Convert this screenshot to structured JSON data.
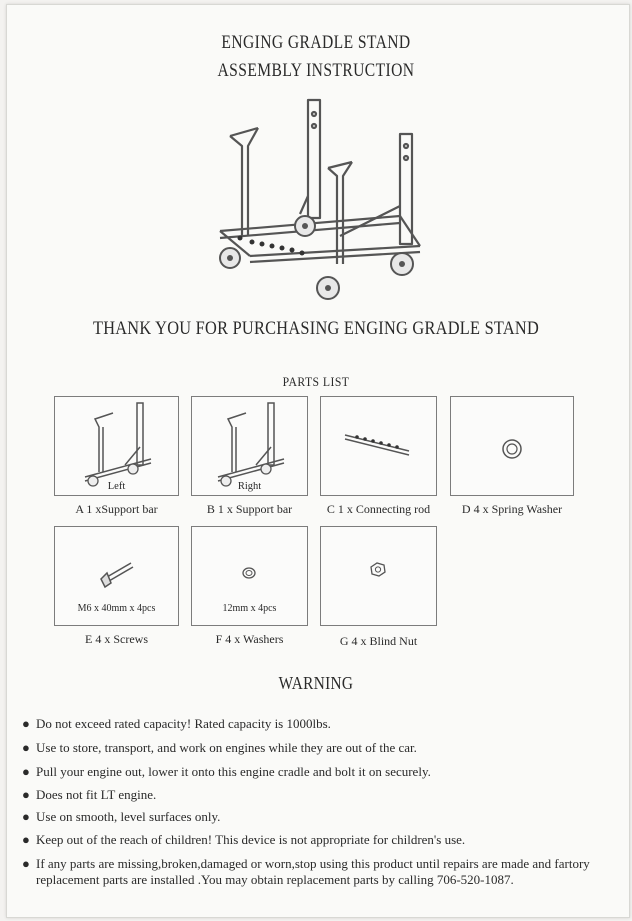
{
  "header": {
    "line1": "ENGING GRADLE STAND",
    "line2": "ASSEMBLY INSTRUCTION"
  },
  "thanks": "THANK YOU FOR PURCHASING ENGING GRADLE STAND",
  "parts_list": {
    "title": "PARTS LIST",
    "items": [
      {
        "id": "A",
        "inner": "Left",
        "caption": "A 1 xSupport bar",
        "icon": "support-bar-left-icon"
      },
      {
        "id": "B",
        "inner": "Right",
        "caption": "B 1 x Support bar",
        "icon": "support-bar-right-icon"
      },
      {
        "id": "C",
        "inner": "",
        "caption": "C 1 x Connecting rod",
        "icon": "connecting-rod-icon"
      },
      {
        "id": "D",
        "inner": "",
        "caption": "D 4 x Spring Washer",
        "icon": "spring-washer-icon"
      },
      {
        "id": "E",
        "inner": "M6 x 40mm x 4pcs",
        "caption": "E 4 x Screws",
        "icon": "screw-icon"
      },
      {
        "id": "F",
        "inner": "12mm x 4pcs",
        "caption": "F 4 x Washers",
        "icon": "washer-icon"
      },
      {
        "id": "G",
        "inner": "",
        "caption": "G 4 x Blind Nut",
        "icon": "blind-nut-icon"
      }
    ]
  },
  "warning": {
    "title": "WARNING",
    "bullet": "●",
    "items": [
      "Do not exceed rated capacity! Rated capacity is 1000lbs.",
      "Use to store, transport, and work on engines while they are out of the car.",
      "Pull your engine out, lower it onto this engine cradle and bolt it on securely.",
      "Does not fit LT engine.",
      "Use on smooth, level surfaces only.",
      "Keep out of the reach of children! This device is not appropriate for children's use.",
      "If any parts are missing,broken,damaged or worn,stop using this product until repairs are made and fartory replacement parts are installed .You may obtain replacement parts by calling 706-520-1087."
    ]
  }
}
